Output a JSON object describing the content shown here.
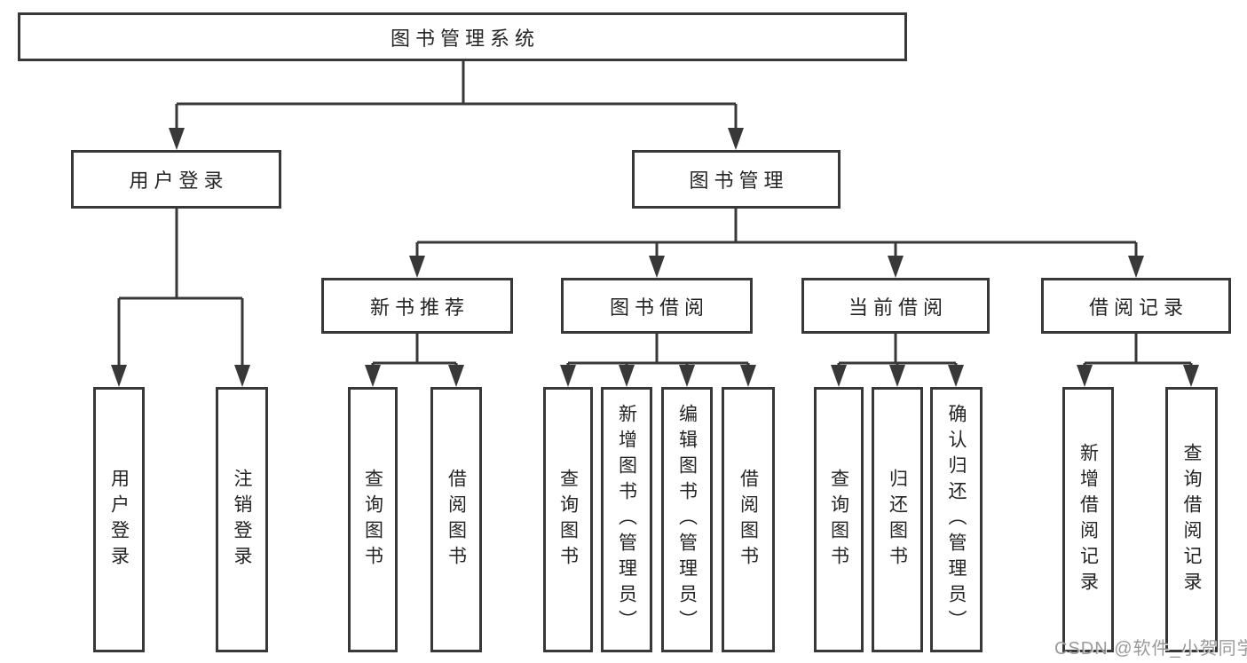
{
  "diagram": {
    "title": "图书管理系统",
    "colors": {
      "line": "#383838",
      "box_border": "#383838",
      "box_background": "#ffffff",
      "text": "#242424",
      "watermark": "#919191"
    },
    "nodes": {
      "root": {
        "label": "图书管理系统"
      },
      "level2": [
        {
          "label": "用户登录"
        },
        {
          "label": "图书管理"
        }
      ],
      "level3": [
        {
          "label": "新书推荐"
        },
        {
          "label": "图书借阅"
        },
        {
          "label": "当前借阅"
        },
        {
          "label": "借阅记录"
        }
      ],
      "leaves": [
        {
          "label": "用户登录",
          "parent": "用户登录"
        },
        {
          "label": "注销登录",
          "parent": "用户登录"
        },
        {
          "label": "查询图书",
          "parent": "新书推荐"
        },
        {
          "label": "借阅图书",
          "parent": "新书推荐"
        },
        {
          "label": "查询图书",
          "parent": "图书借阅"
        },
        {
          "label": "新增图书（管理员）",
          "parent": "图书借阅"
        },
        {
          "label": "编辑图书（管理员）",
          "parent": "图书借阅"
        },
        {
          "label": "借阅图书",
          "parent": "图书借阅"
        },
        {
          "label": "查询图书",
          "parent": "当前借阅"
        },
        {
          "label": "归还图书",
          "parent": "当前借阅"
        },
        {
          "label": "确认归还（管理员）",
          "parent": "当前借阅"
        },
        {
          "label": "新增借阅记录",
          "parent": "借阅记录"
        },
        {
          "label": "查询借阅记录",
          "parent": "借阅记录"
        }
      ]
    },
    "watermark": "CSDN @软件_小贺同学"
  }
}
